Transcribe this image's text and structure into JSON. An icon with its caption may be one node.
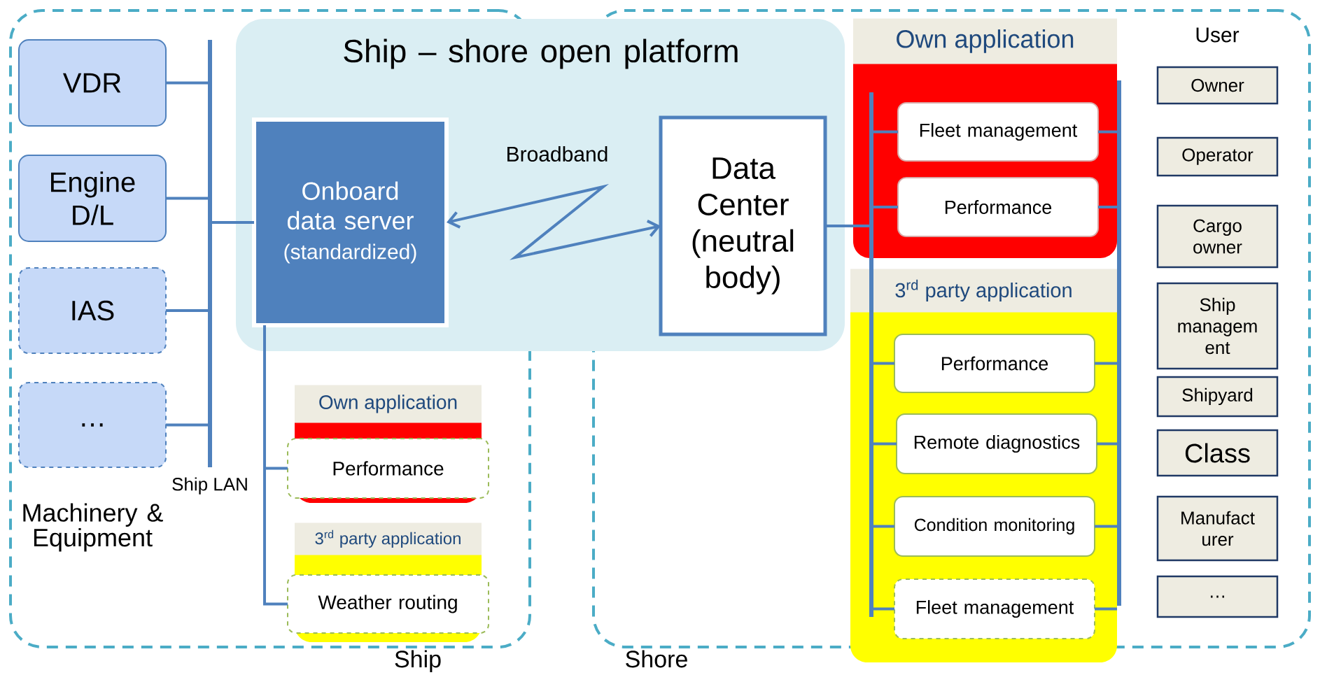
{
  "diagram": {
    "nodes": [
      {
        "text": [
          "Ship"
        ]
      },
      {
        "text": [
          "Shore"
        ]
      },
      {
        "text": [
          "VDR"
        ],
        "in": 0
      },
      {
        "text": [
          "Engine D/L"
        ],
        "in": 0
      },
      {
        "text": [
          "IAS"
        ],
        "in": 0
      },
      {
        "text": [
          "…"
        ],
        "in": 0
      },
      {
        "text": [],
        "shape": "bar",
        "beside": [
          "Ship LAN"
        ],
        "in": 0
      },
      {
        "text": [
          "Onboard data server",
          "(standardized)"
        ],
        "in": 0
      },
      {
        "text": [
          "Own application"
        ],
        "in": 0
      },
      {
        "text": [
          "Performance"
        ],
        "in": 8
      },
      {
        "text": [
          "3$^{rd}$ party application"
        ],
        "in": 0
      },
      {
        "text": [
          "Weather routing"
        ],
        "in": 10
      },
      {
        "text": [
          "Data Center (neutral body)"
        ],
        "in": 1
      },
      {
        "text": [
          "Own application"
        ],
        "in": 1
      },
      {
        "text": [
          "Fleet management"
        ],
        "in": 13
      },
      {
        "text": [
          "Performance"
        ],
        "in": 13
      },
      {
        "text": [
          "3$^{rd}$ party application"
        ],
        "in": 1
      },
      {
        "text": [
          "Performance"
        ],
        "in": 16
      },
      {
        "text": [
          "Remote diagnostics"
        ],
        "in": 16
      },
      {
        "text": [
          "Condition monitoring"
        ],
        "in": 16
      },
      {
        "text": [
          "Fleet management"
        ],
        "in": 16
      },
      {
        "text": [],
        "shape": "bar",
        "in": 1
      },
      {
        "text": [],
        "shape": "bar",
        "in": 1
      },
      {
        "text": [
          "Owner"
        ],
        "in": 1
      },
      {
        "text": [
          "Operator"
        ],
        "in": 1
      },
      {
        "text": [
          "Cargo owner"
        ],
        "in": 1
      },
      {
        "text": [
          "Ship managem ent"
        ],
        "in": 1
      },
      {
        "text": [
          "Shipyard"
        ],
        "in": 1
      },
      {
        "text": [
          "Class"
        ],
        "in": 1
      },
      {
        "text": [
          "Manufact urer"
        ],
        "in": 1
      },
      {
        "text": [
          "…"
        ],
        "in": 1
      }
    ],
    "edges": [
      {
        "from": 2,
        "to": 6,
        "arrow": "none"
      },
      {
        "from": 3,
        "to": 6,
        "arrow": "none"
      },
      {
        "from": 4,
        "to": 6,
        "arrow": "none"
      },
      {
        "from": 5,
        "to": 6,
        "arrow": "none"
      },
      {
        "from": 6,
        "to": 7,
        "arrow": "none"
      },
      {
        "from": 7,
        "to": 12,
        "arrow": "both",
        "label": "Broadband"
      },
      {
        "from": 7,
        "to": 9,
        "arrow": "none"
      },
      {
        "from": 7,
        "to": 11,
        "arrow": "none"
      },
      {
        "from": 12,
        "to": 21,
        "arrow": "none"
      },
      {
        "from": 21,
        "to": 14,
        "arrow": "none"
      },
      {
        "from": 21,
        "to": 15,
        "arrow": "none"
      },
      {
        "from": 21,
        "to": 17,
        "arrow": "none"
      },
      {
        "from": 21,
        "to": 18,
        "arrow": "none"
      },
      {
        "from": 21,
        "to": 19,
        "arrow": "none"
      },
      {
        "from": 21,
        "to": 20,
        "arrow": "none"
      },
      {
        "from": 14,
        "to": 22,
        "arrow": "none"
      },
      {
        "from": 15,
        "to": 22,
        "arrow": "none"
      },
      {
        "from": 17,
        "to": 22,
        "arrow": "none"
      },
      {
        "from": 18,
        "to": 22,
        "arrow": "none"
      },
      {
        "from": 19,
        "to": 22,
        "arrow": "none"
      },
      {
        "from": 20,
        "to": 22,
        "arrow": "none"
      }
    ],
    "labels": [
      "Ship – shore open platform",
      "Machinery & Equipment",
      "User"
    ]
  }
}
